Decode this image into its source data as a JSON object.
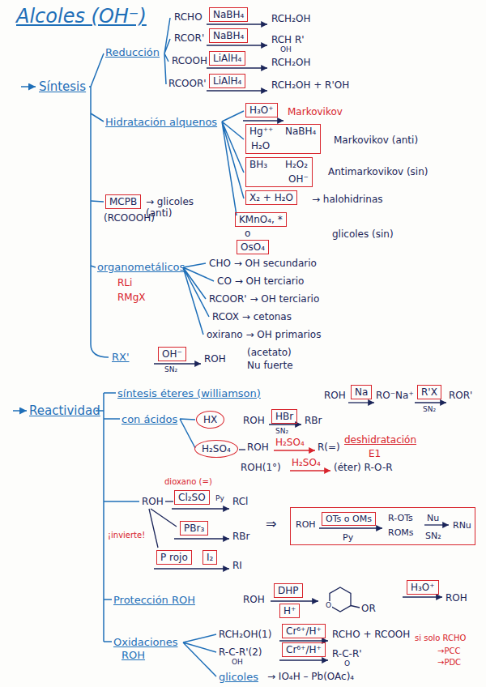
{
  "diagram": {
    "title": "Alcoles (OH⁻)",
    "nodes": [
      {
        "text": [
          "NaBH₄"
        ]
      },
      {
        "text": [
          "NaBH₄"
        ]
      },
      {
        "text": [
          "LiAlH₄"
        ]
      },
      {
        "text": [
          "LiAlH₄"
        ]
      },
      {
        "text": [
          "H₃O⁺"
        ]
      },
      {
        "text": [
          "Hg⁺⁺",
          "NaBH₄",
          "H₂O"
        ]
      },
      {
        "text": [
          "BH₃",
          "H₂O₂",
          "OH⁻"
        ]
      },
      {
        "text": [
          "X₂ + H₂O"
        ]
      },
      {
        "text": [
          "MCPB"
        ]
      },
      {
        "text": [
          "KMnO₄, *"
        ]
      },
      {
        "text": [
          "OsO₄"
        ]
      },
      {
        "text": [
          "OH⁻"
        ]
      },
      {
        "text": [
          "Na"
        ]
      },
      {
        "text": [
          "R'X"
        ]
      },
      {
        "text": [
          "HX"
        ]
      },
      {
        "text": [
          "HBr"
        ]
      },
      {
        "text": [
          "H₂SO₄"
        ]
      },
      {
        "text": [
          "Cl₂SO"
        ]
      },
      {
        "text": [
          "ROH",
          "Py",
          "R-OTs",
          "ROMs",
          "Nu",
          "SN₂",
          "RNu"
        ]
      },
      {
        "text": [
          "OTs o OMs"
        ],
        "in": 18
      },
      {
        "text": [
          "PBr₃"
        ]
      },
      {
        "text": [
          "P rojo"
        ]
      },
      {
        "text": [
          "I₂"
        ]
      },
      {
        "text": [
          "DHP"
        ]
      },
      {
        "text": [
          "H⁺"
        ]
      },
      {
        "text": [
          "H₃O⁺"
        ]
      },
      {
        "text": [
          "Cr⁶⁺/H⁺"
        ]
      },
      {
        "text": [
          "Cr⁶⁺/H⁺"
        ]
      }
    ],
    "labels": [
      "Síntesis",
      "Reducción",
      "RCHO",
      "RCH₂OH",
      "RCOR'",
      "RCH R'",
      "OH",
      "RCOOH",
      "RCH₂OH",
      "RCOOR'",
      "RCH₂OH + R'OH",
      "Hidratación alquenos",
      "Markovikov",
      "Markovikov (anti)",
      "Antimarkovikov (sin)",
      "→ halohidrinas",
      "(RCOOOH)",
      "→ glicoles (anti)",
      "o",
      "glicoles (sin)",
      "organometálicos",
      "RLi",
      "RMgX",
      "CHO → OH secundario",
      "CO → OH terciario",
      "RCOOR' → OH terciario",
      "RCOX → cetonas",
      "oxirano → OH primarios",
      "RX'",
      "SN₂",
      "ROH",
      "(acetato)",
      "Nu fuerte",
      "Reactividad",
      "síntesis éteres (williamson)",
      "ROH",
      "RO⁻Na⁺",
      "SN₂",
      "ROR'",
      "con ácidos",
      "ROH",
      "SN₂",
      "RBr",
      "ROH",
      "H₂SO₄",
      "R(=)",
      "deshidratación",
      "E1",
      "ROH(1°)",
      "H₂SO₄",
      "(éter) R-O-R",
      "dioxano (=)",
      "ROH",
      "Py",
      "RCl",
      "¡invierte!",
      "RBr",
      "RI",
      "⇒",
      "Protección ROH",
      "ROH",
      "OR",
      "ROH",
      "Oxidaciones",
      "ROH",
      "RCH₂OH(1)",
      "RCHO + RCOOH",
      "R-C-R'(2)",
      "OH",
      "R-C-R'",
      "O",
      "si solo RCHO",
      "→PCC",
      "→PDC",
      "glicoles",
      "→ IO₄H – Pb(OAc)₄",
      "O"
    ]
  }
}
